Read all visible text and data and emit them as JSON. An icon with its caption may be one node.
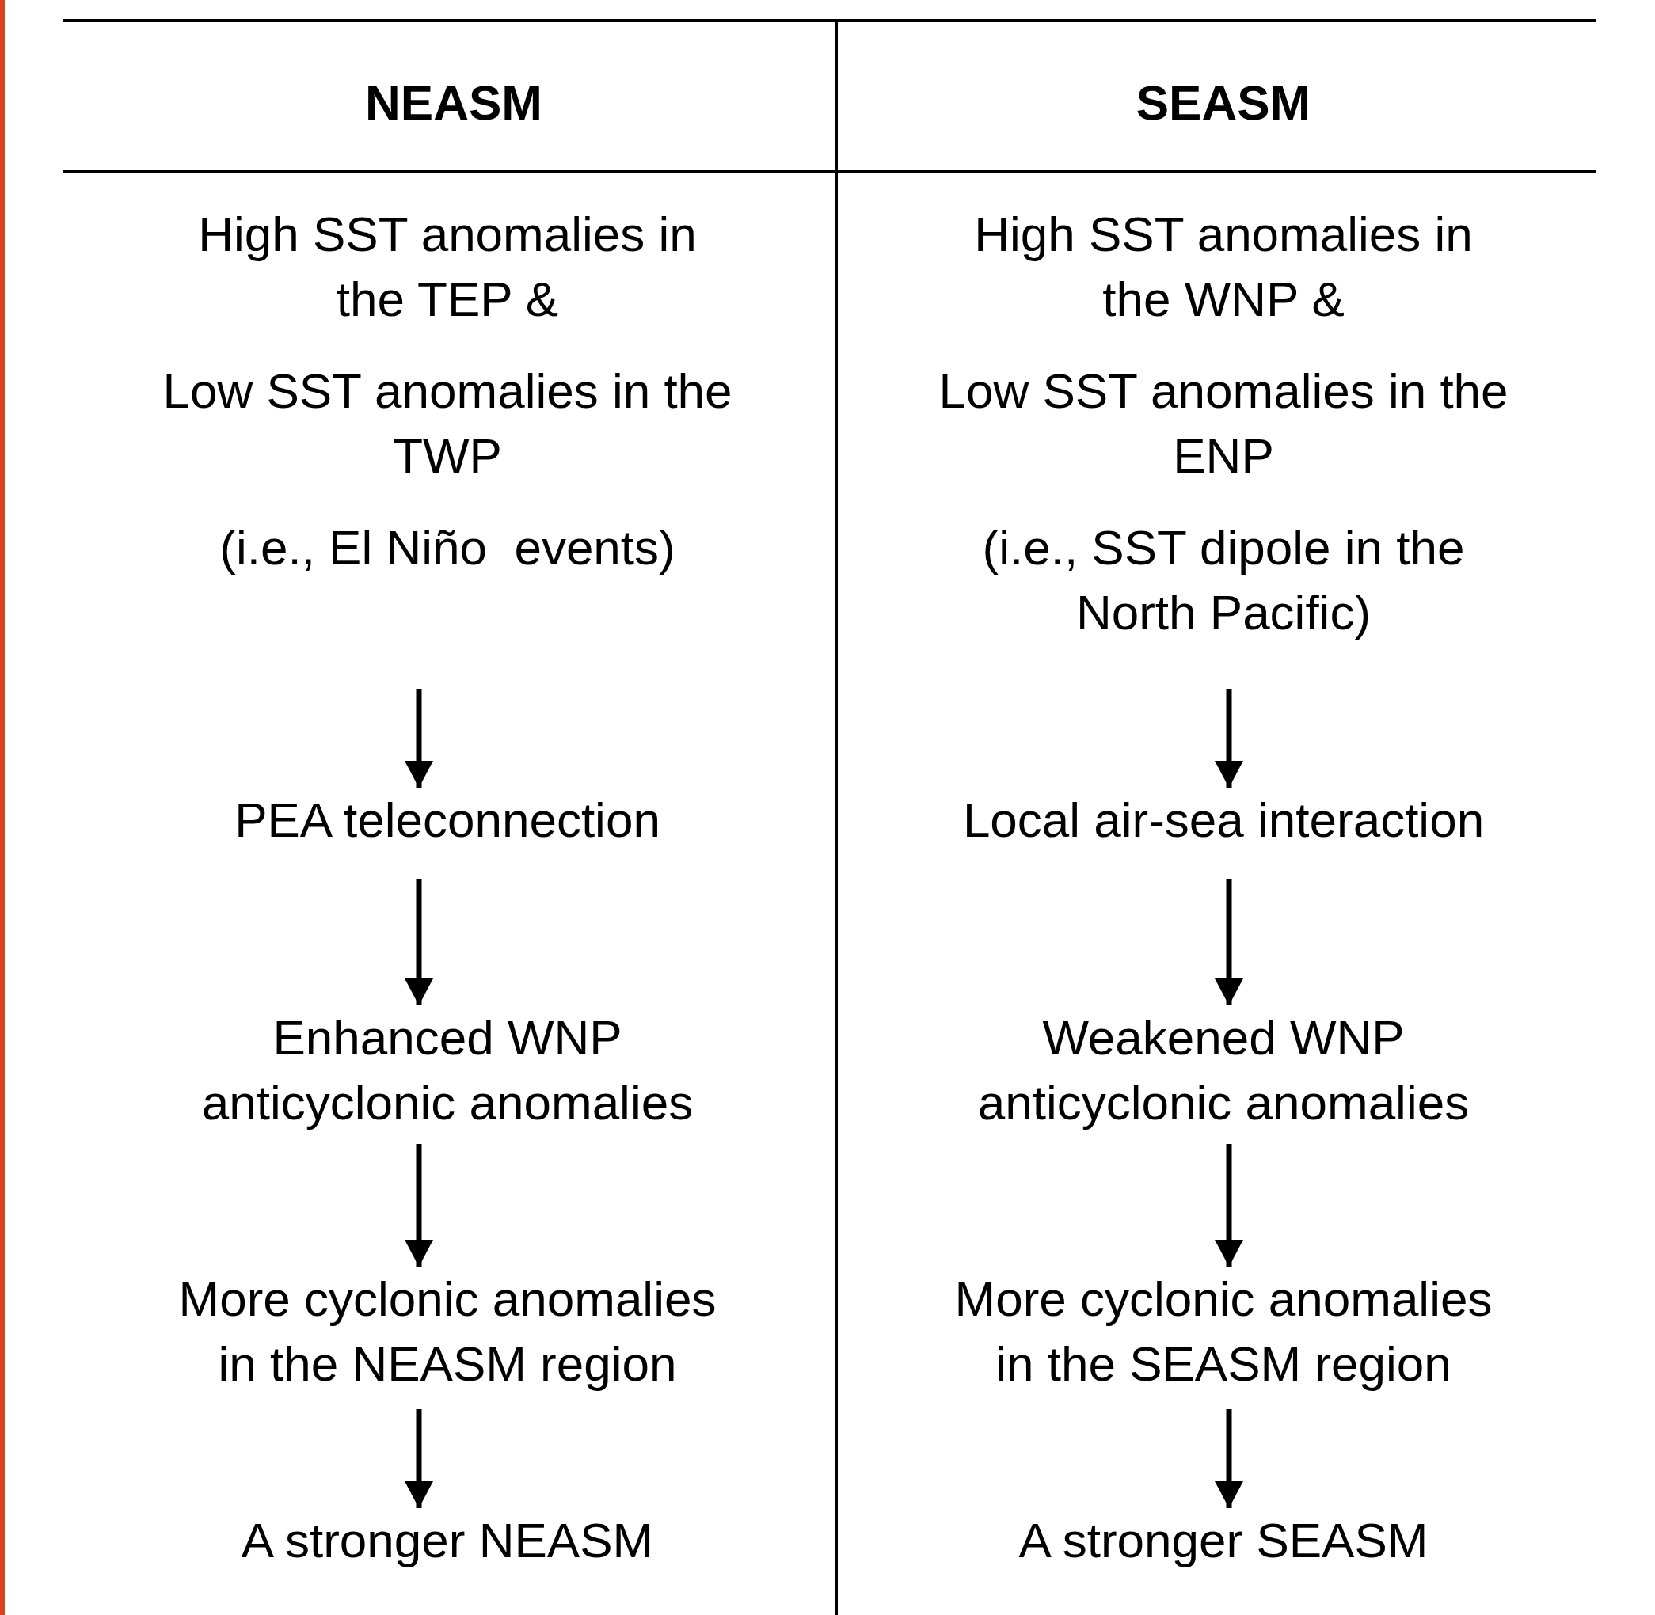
{
  "diagram": {
    "nodes": [
      {
        "text": [
          "High SST anomalies in the TEP &",
          "Low SST anomalies in the TWP",
          "(i.e., El Niño  events)"
        ]
      },
      {
        "text": [
          "PEA teleconnection"
        ]
      },
      {
        "text": [
          "Enhanced WNP anticyclonic anomalies"
        ]
      },
      {
        "text": [
          "More cyclonic anomalies in the NEASM region"
        ]
      },
      {
        "text": [
          "A stronger NEASM"
        ]
      },
      {
        "text": [
          "High SST anomalies in the WNP &",
          "Low SST anomalies in the ENP",
          "(i.e., SST dipole in the North Pacific)"
        ]
      },
      {
        "text": [
          "Local air-sea interaction"
        ]
      },
      {
        "text": [
          "Weakened WNP anticyclonic anomalies"
        ]
      },
      {
        "text": [
          "More cyclonic anomalies in the SEASM region"
        ]
      },
      {
        "text": [
          "A stronger SEASM"
        ]
      }
    ],
    "edges": [
      {
        "from": 0,
        "to": 1,
        "arrow": "to"
      },
      {
        "from": 1,
        "to": 2,
        "arrow": "to"
      },
      {
        "from": 2,
        "to": 3,
        "arrow": "to"
      },
      {
        "from": 3,
        "to": 4,
        "arrow": "to"
      },
      {
        "from": 5,
        "to": 6,
        "arrow": "to"
      },
      {
        "from": 6,
        "to": 7,
        "arrow": "to"
      },
      {
        "from": 7,
        "to": 8,
        "arrow": "to"
      },
      {
        "from": 8,
        "to": 9,
        "arrow": "to"
      }
    ],
    "labels": [
      "NEASM",
      "SEASM"
    ]
  }
}
